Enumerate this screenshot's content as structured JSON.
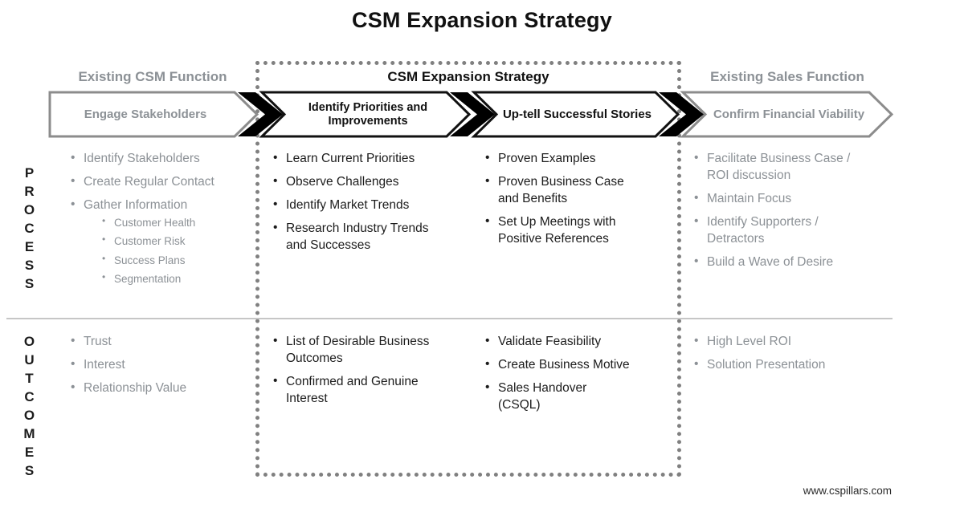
{
  "title": "CSM Expansion Strategy",
  "section_headers": {
    "left": "Existing CSM Function",
    "center": "CSM Expansion Strategy",
    "right": "Existing Sales Function"
  },
  "row_labels": {
    "process": "PROCESS",
    "outcomes": "OUTCOMES"
  },
  "banners": [
    {
      "label": "Engage Stakeholders",
      "style": "gray"
    },
    {
      "label": "Identify Priorities and Improvements",
      "style": "black"
    },
    {
      "label": "Up-tell Successful Stories",
      "style": "black"
    },
    {
      "label": "Confirm Financial Viability",
      "style": "gray"
    }
  ],
  "columns": [
    {
      "process": [
        "Identify Stakeholders",
        "Create Regular Contact",
        "Gather Information"
      ],
      "process_sub": [
        "Customer Health",
        "Customer Risk",
        "Success Plans",
        "Segmentation"
      ],
      "outcomes": [
        "Trust",
        "Interest",
        "Relationship Value"
      ]
    },
    {
      "process": [
        "Learn Current Priorities",
        "Observe Challenges",
        "Identify Market Trends",
        "Research Industry Trends and Successes"
      ],
      "outcomes": [
        "List of Desirable Business Outcomes",
        "Confirmed and Genuine Interest"
      ]
    },
    {
      "process": [
        "Proven Examples",
        "Proven Business Case and Benefits",
        "Set Up Meetings with Positive References"
      ],
      "outcomes": [
        "Validate Feasibility",
        "Create Business Motive",
        "Sales Handover (CSQL)"
      ]
    },
    {
      "process": [
        "Facilitate Business Case / ROI discussion",
        "Maintain Focus",
        "Identify Supporters / Detractors",
        "Build a Wave of Desire"
      ],
      "outcomes": [
        "High Level ROI",
        "Solution Presentation"
      ]
    }
  ],
  "footer": {
    "website": "www.cspillars.com"
  },
  "colors": {
    "gray_text": "#8c9196",
    "black_text": "#1c1c1c",
    "banner_gray_border": "#8c8c8c",
    "banner_black_border": "#111111",
    "junction_arrow_fill": "#000000",
    "dotted_border": "#808080",
    "divider_line": "#c6c6c6"
  }
}
